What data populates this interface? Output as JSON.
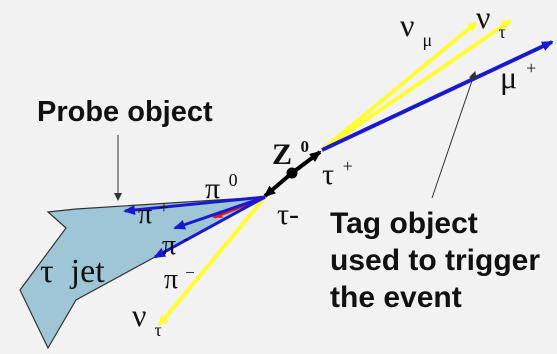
{
  "labels": {
    "probe": "Probe object",
    "tag_line1": "Tag object",
    "tag_line2": "used to trigger",
    "tag_line3": "the event",
    "tau_jet": "τ  jet",
    "z0_base": "Z",
    "z0_sup": "0",
    "tau_plus_base": "τ",
    "tau_plus_sup": "+",
    "tau_minus": "τ-",
    "pi0_base": "π",
    "pi0_sup": "0",
    "pi_plus_base": "π",
    "pi_plus_sup": "+",
    "pi_minus1_base": "π",
    "pi_minus1_sup": "-",
    "pi_minus2_base": "π",
    "pi_minus2_sup": "−",
    "nu_mu_base": "ν",
    "nu_mu_sub": "μ",
    "nu_tau1_base": "ν",
    "nu_tau1_sub": "τ",
    "mu_plus_base": "μ",
    "mu_plus_sup": "+",
    "nu_tau2_base": "ν",
    "nu_tau2_sub": "τ"
  },
  "colors": {
    "background": "#f2f2f2",
    "jet_fill": "#9ec6d6",
    "jet_stroke": "#333333",
    "neutrino": "#ffff33",
    "muon": "#1a1acc",
    "pion": "#1a1acc",
    "pi0": "#e0191f",
    "zboson": "#000000"
  }
}
